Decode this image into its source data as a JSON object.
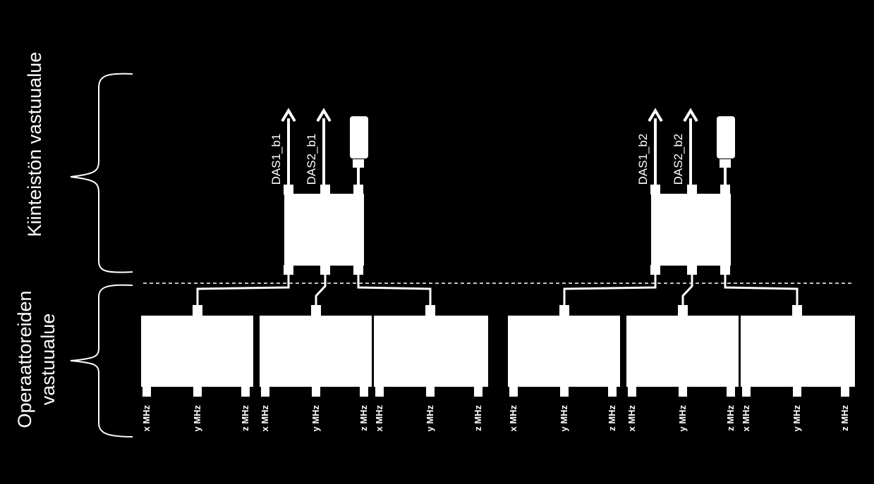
{
  "labels": {
    "owner_zone": "Kiinteistön vastuualue",
    "operator_zone_line1": "Operaattoreiden",
    "operator_zone_line2": "vastuualue"
  },
  "groups": [
    {
      "outputs": [
        "DAS1_b1",
        "DAS2_b1"
      ],
      "units": [
        {
          "ports": [
            "x MHz",
            "y MHz",
            "z MHz"
          ]
        },
        {
          "ports": [
            "x MHz",
            "y MHz",
            "z MHz"
          ]
        },
        {
          "ports": [
            "x MHz",
            "y MHz",
            "z MHz"
          ]
        }
      ]
    },
    {
      "outputs": [
        "DAS1_b2",
        "DAS2_b2"
      ],
      "units": [
        {
          "ports": [
            "x MHz",
            "y MHz",
            "z MHz"
          ]
        },
        {
          "ports": [
            "x MHz",
            "y MHz",
            "z MHz"
          ]
        },
        {
          "ports": [
            "x MHz",
            "y MHz",
            "z MHz"
          ]
        }
      ]
    }
  ],
  "colors": {
    "background": "#000000",
    "foreground": "#ffffff"
  }
}
